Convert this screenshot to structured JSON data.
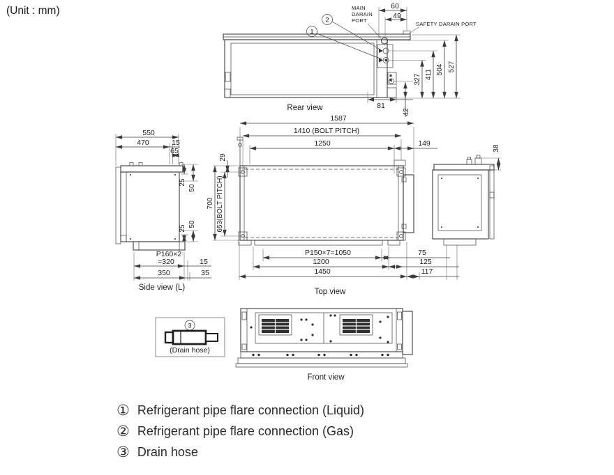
{
  "unit_note": "(Unit : mm)",
  "rear_view": {
    "label": "Rear view",
    "main_drain_port_label": [
      "MAIN",
      "DARAIN",
      "PORT"
    ],
    "safety_drain_port_label": "SAFETY DARAIN PORT",
    "callout_liquid": "1",
    "callout_gas": "2",
    "dims": {
      "top_offset": "60",
      "top_offset2": "49",
      "port1_height": "327",
      "port2_height": "411",
      "main_port_height": "504",
      "overall_height": "527",
      "drain_x": "81",
      "drain_y": "42"
    }
  },
  "side_view_left": {
    "label": "Side view (L)",
    "dims": {
      "overall_depth": "550",
      "panel": "470",
      "gap_top": "15",
      "edge": "65",
      "hole_top_25": "25",
      "hole_top_50": "50",
      "hole_bottom_25": "25",
      "hole_bottom_50": "50",
      "pitch_line1": "P160×2",
      "pitch_line2": "=320",
      "gap_bottom": "15",
      "duct_width": "350",
      "duct_offset": "35"
    }
  },
  "top_view": {
    "label": "Top view",
    "dims": {
      "overall_length": "1587",
      "bolt_pitch_length": "1410 (BOLT PITCH)",
      "opening": "1250",
      "right_offset": "149",
      "front_offset": "29",
      "depth": "700",
      "bolt_pitch_depth": "653(BOLT PITCH)",
      "outlet_pitch": "P150×7=1050",
      "duct_length": "1200",
      "r75": "75",
      "r125": "125",
      "base_length": "1450",
      "r117": "117"
    }
  },
  "side_view_right": {
    "dims": {
      "pipe_offset": "38"
    }
  },
  "front_view": {
    "label": "Front view"
  },
  "drain_inset": {
    "callout": "3",
    "label": "(Drain hose)"
  },
  "legend": {
    "items": [
      {
        "num": "①",
        "text": "Refrigerant pipe flare connection (Liquid)"
      },
      {
        "num": "②",
        "text": "Refrigerant pipe flare connection (Gas)"
      },
      {
        "num": "③",
        "text": "Drain hose"
      }
    ]
  }
}
